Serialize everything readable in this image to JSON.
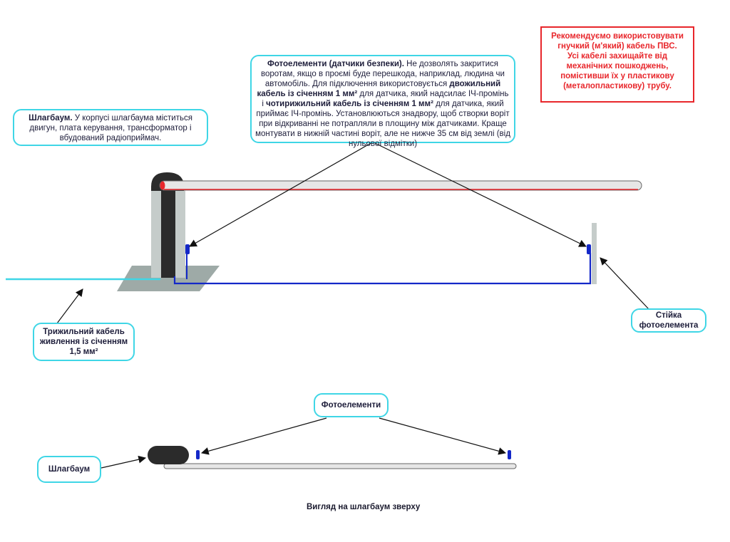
{
  "warning": {
    "line1": "Рекомендуємо використовувати гнучкий (м'який) кабель ПВС.",
    "line2": "Усі кабелі захищайте від механічних пошкоджень, помістивши їх у пластикову (металопластикову) трубу."
  },
  "photocells_note": {
    "title": "Фотоелементи (датчики безпеки).",
    "t1": " Не дозволять закритися воротам, якщо в проємі буде перешкода, наприклад, людина чи автомобіль. Для підключення використовується ",
    "b1": "двожильний кабель із січенням 1 мм²",
    "t2": " для датчика, який надсилає ІЧ-промінь і ",
    "b2": "чотирижильний кабель із січенням 1 мм²",
    "t3": " для датчика, який приймає ІЧ-промінь. Установлюються знадвору, щоб створки воріт при відкриванні не потрапляли в площину між датчиками. Краще монтувати в нижній частині воріт, але не нижче 35 см від землі (від нульової відмітки)"
  },
  "barrier_note": {
    "title": "Шлагбаум.",
    "text": "  У корпусі шлагбаума міститься двигун, плата керування, трансформатор і вбудований радіоприймач."
  },
  "power_cable_note": "Трижильний кабель живлення із січенням 1,5 мм²",
  "post_note": "Стійка фотоелемента",
  "top_view": {
    "photocells_label": "Фотоелементи",
    "barrier_label": "Шлагбаум",
    "caption": "Вигляд на шлагбаум зверху"
  },
  "colors": {
    "callout_border": "#3fd6e6",
    "warning": "#e8262b",
    "cable": "#1428c8",
    "power_cable": "#3fd6e6",
    "ground": "#9eaaa7",
    "barrier_body": "#2b2b2b"
  }
}
